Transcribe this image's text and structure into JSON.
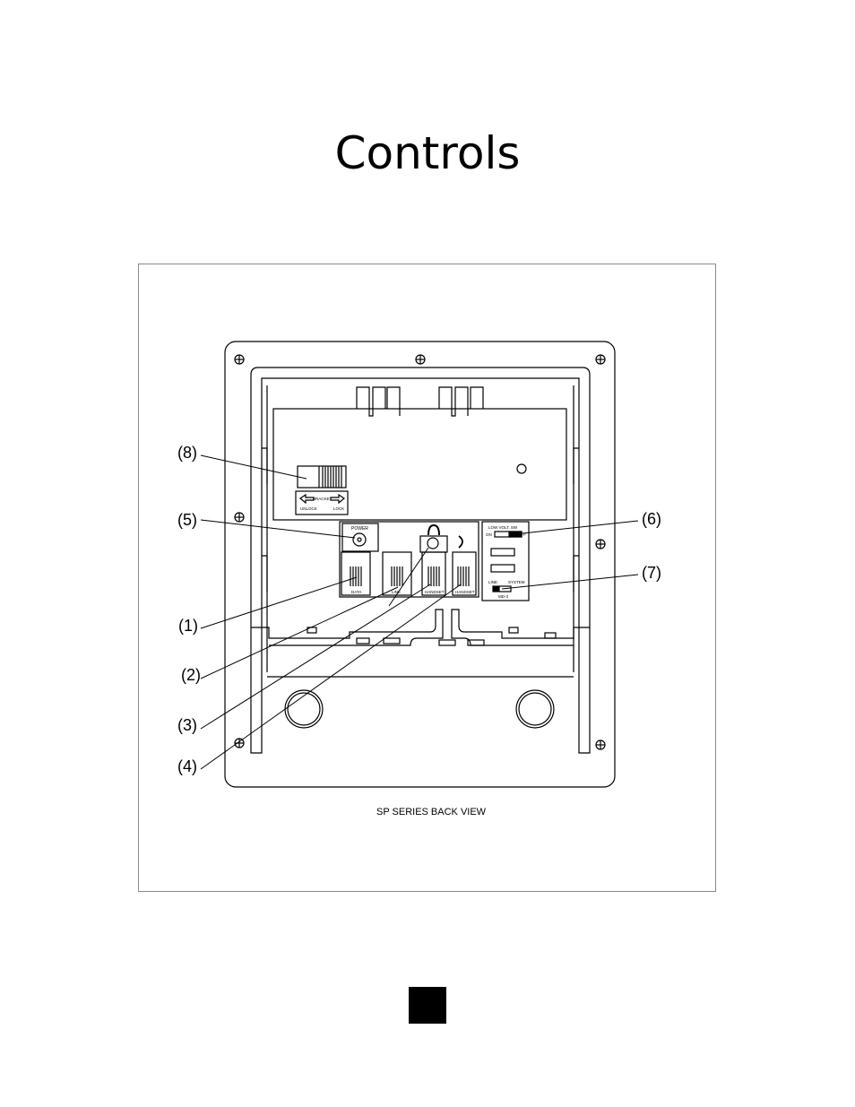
{
  "page": {
    "title": "Controls"
  },
  "diagram": {
    "caption": "SP SERIES BACK VIEW",
    "callouts": [
      "(1)",
      "(2)",
      "(3)",
      "(4)",
      "(5)",
      "(6)",
      "(7)",
      "(8)"
    ],
    "jacks": [
      "DATA",
      "LINE",
      "HANDSET",
      "HANDSET"
    ],
    "power_label": "POWER",
    "bracket": {
      "label": "BRACKET",
      "unlock": "UNLOCK",
      "lock": "LOCK"
    },
    "low_volt_switch": {
      "label": "LOW VOLT. SW",
      "on": "ON",
      "off": "OFF"
    },
    "mode_switch": {
      "line": "LINE",
      "system": "SYSTEM",
      "model": "MD-3"
    }
  },
  "colors": {
    "ink": "#000000",
    "frame": "#8a8a8a"
  }
}
